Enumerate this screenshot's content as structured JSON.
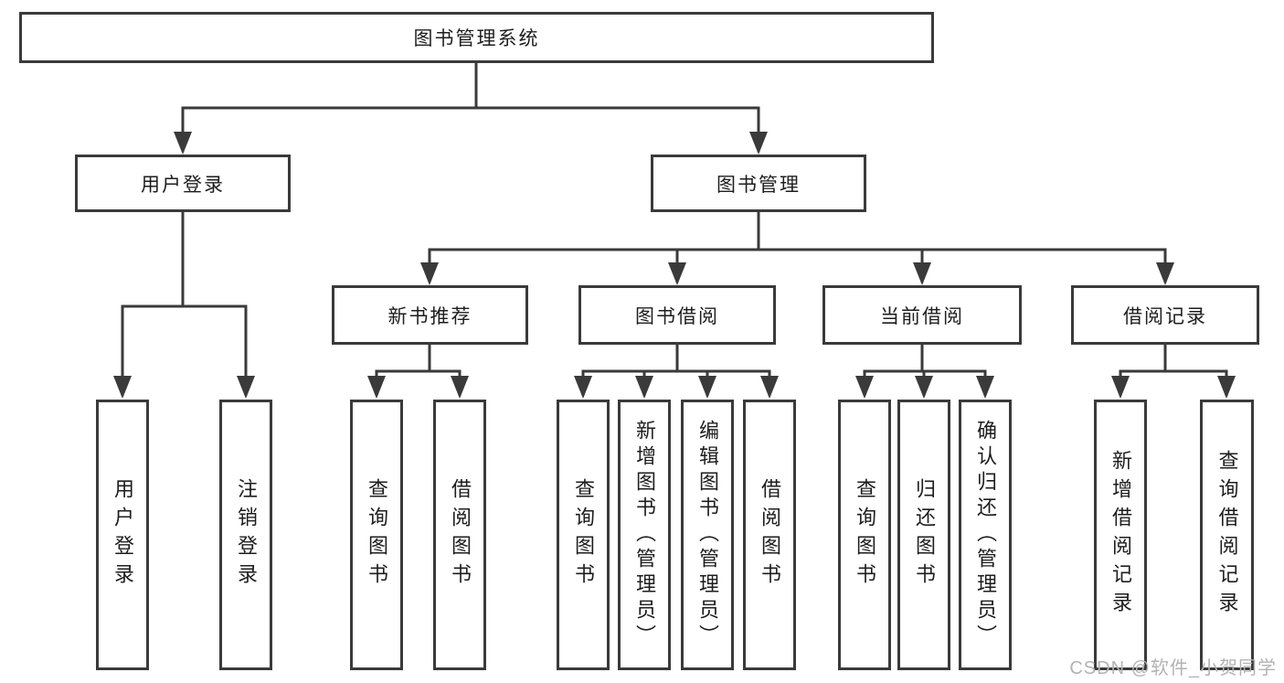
{
  "colors": {
    "line": "#3a3a3a",
    "box_border": "#3a3a3a",
    "box_fill": "#ffffff",
    "text": "#1d1d1d",
    "watermark": "#b3b3b3",
    "background": "#ffffff"
  },
  "watermark": {
    "text": "CSDN @软件_小贺同学"
  },
  "tree": {
    "root": {
      "label": "图书管理系统"
    },
    "branches": [
      {
        "label": "用户登录",
        "children": [
          {
            "label": "用户登录"
          },
          {
            "label": "注销登录"
          }
        ]
      },
      {
        "label": "图书管理",
        "children": [
          {
            "label": "新书推荐",
            "children": [
              {
                "label": "查询图书"
              },
              {
                "label": "借阅图书"
              }
            ]
          },
          {
            "label": "图书借阅",
            "children": [
              {
                "label": "查询图书"
              },
              {
                "label": "新增图书（管理员）"
              },
              {
                "label": "编辑图书（管理员）"
              },
              {
                "label": "借阅图书"
              }
            ]
          },
          {
            "label": "当前借阅",
            "children": [
              {
                "label": "查询图书"
              },
              {
                "label": "归还图书"
              },
              {
                "label": "确认归还（管理员）"
              }
            ]
          },
          {
            "label": "借阅记录",
            "children": [
              {
                "label": "新增借阅记录"
              },
              {
                "label": "查询借阅记录"
              }
            ]
          }
        ]
      }
    ]
  }
}
